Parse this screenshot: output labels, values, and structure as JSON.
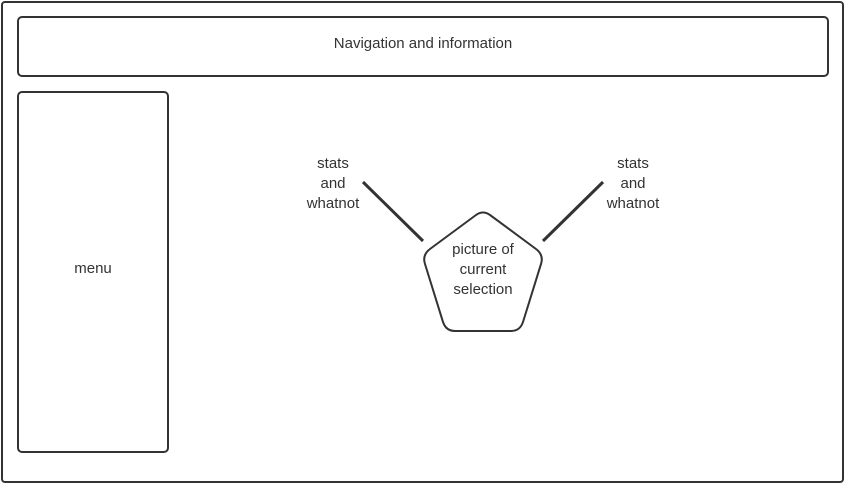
{
  "header": {
    "label": "Navigation and information"
  },
  "sidebar": {
    "label": "menu"
  },
  "main": {
    "stats_left": "stats\nand\nwhatnot",
    "stats_right": "stats\nand\nwhatnot",
    "selection_picture": "picture of\ncurrent\nselection"
  },
  "colors": {
    "stroke": "#333333",
    "background": "#ffffff"
  }
}
